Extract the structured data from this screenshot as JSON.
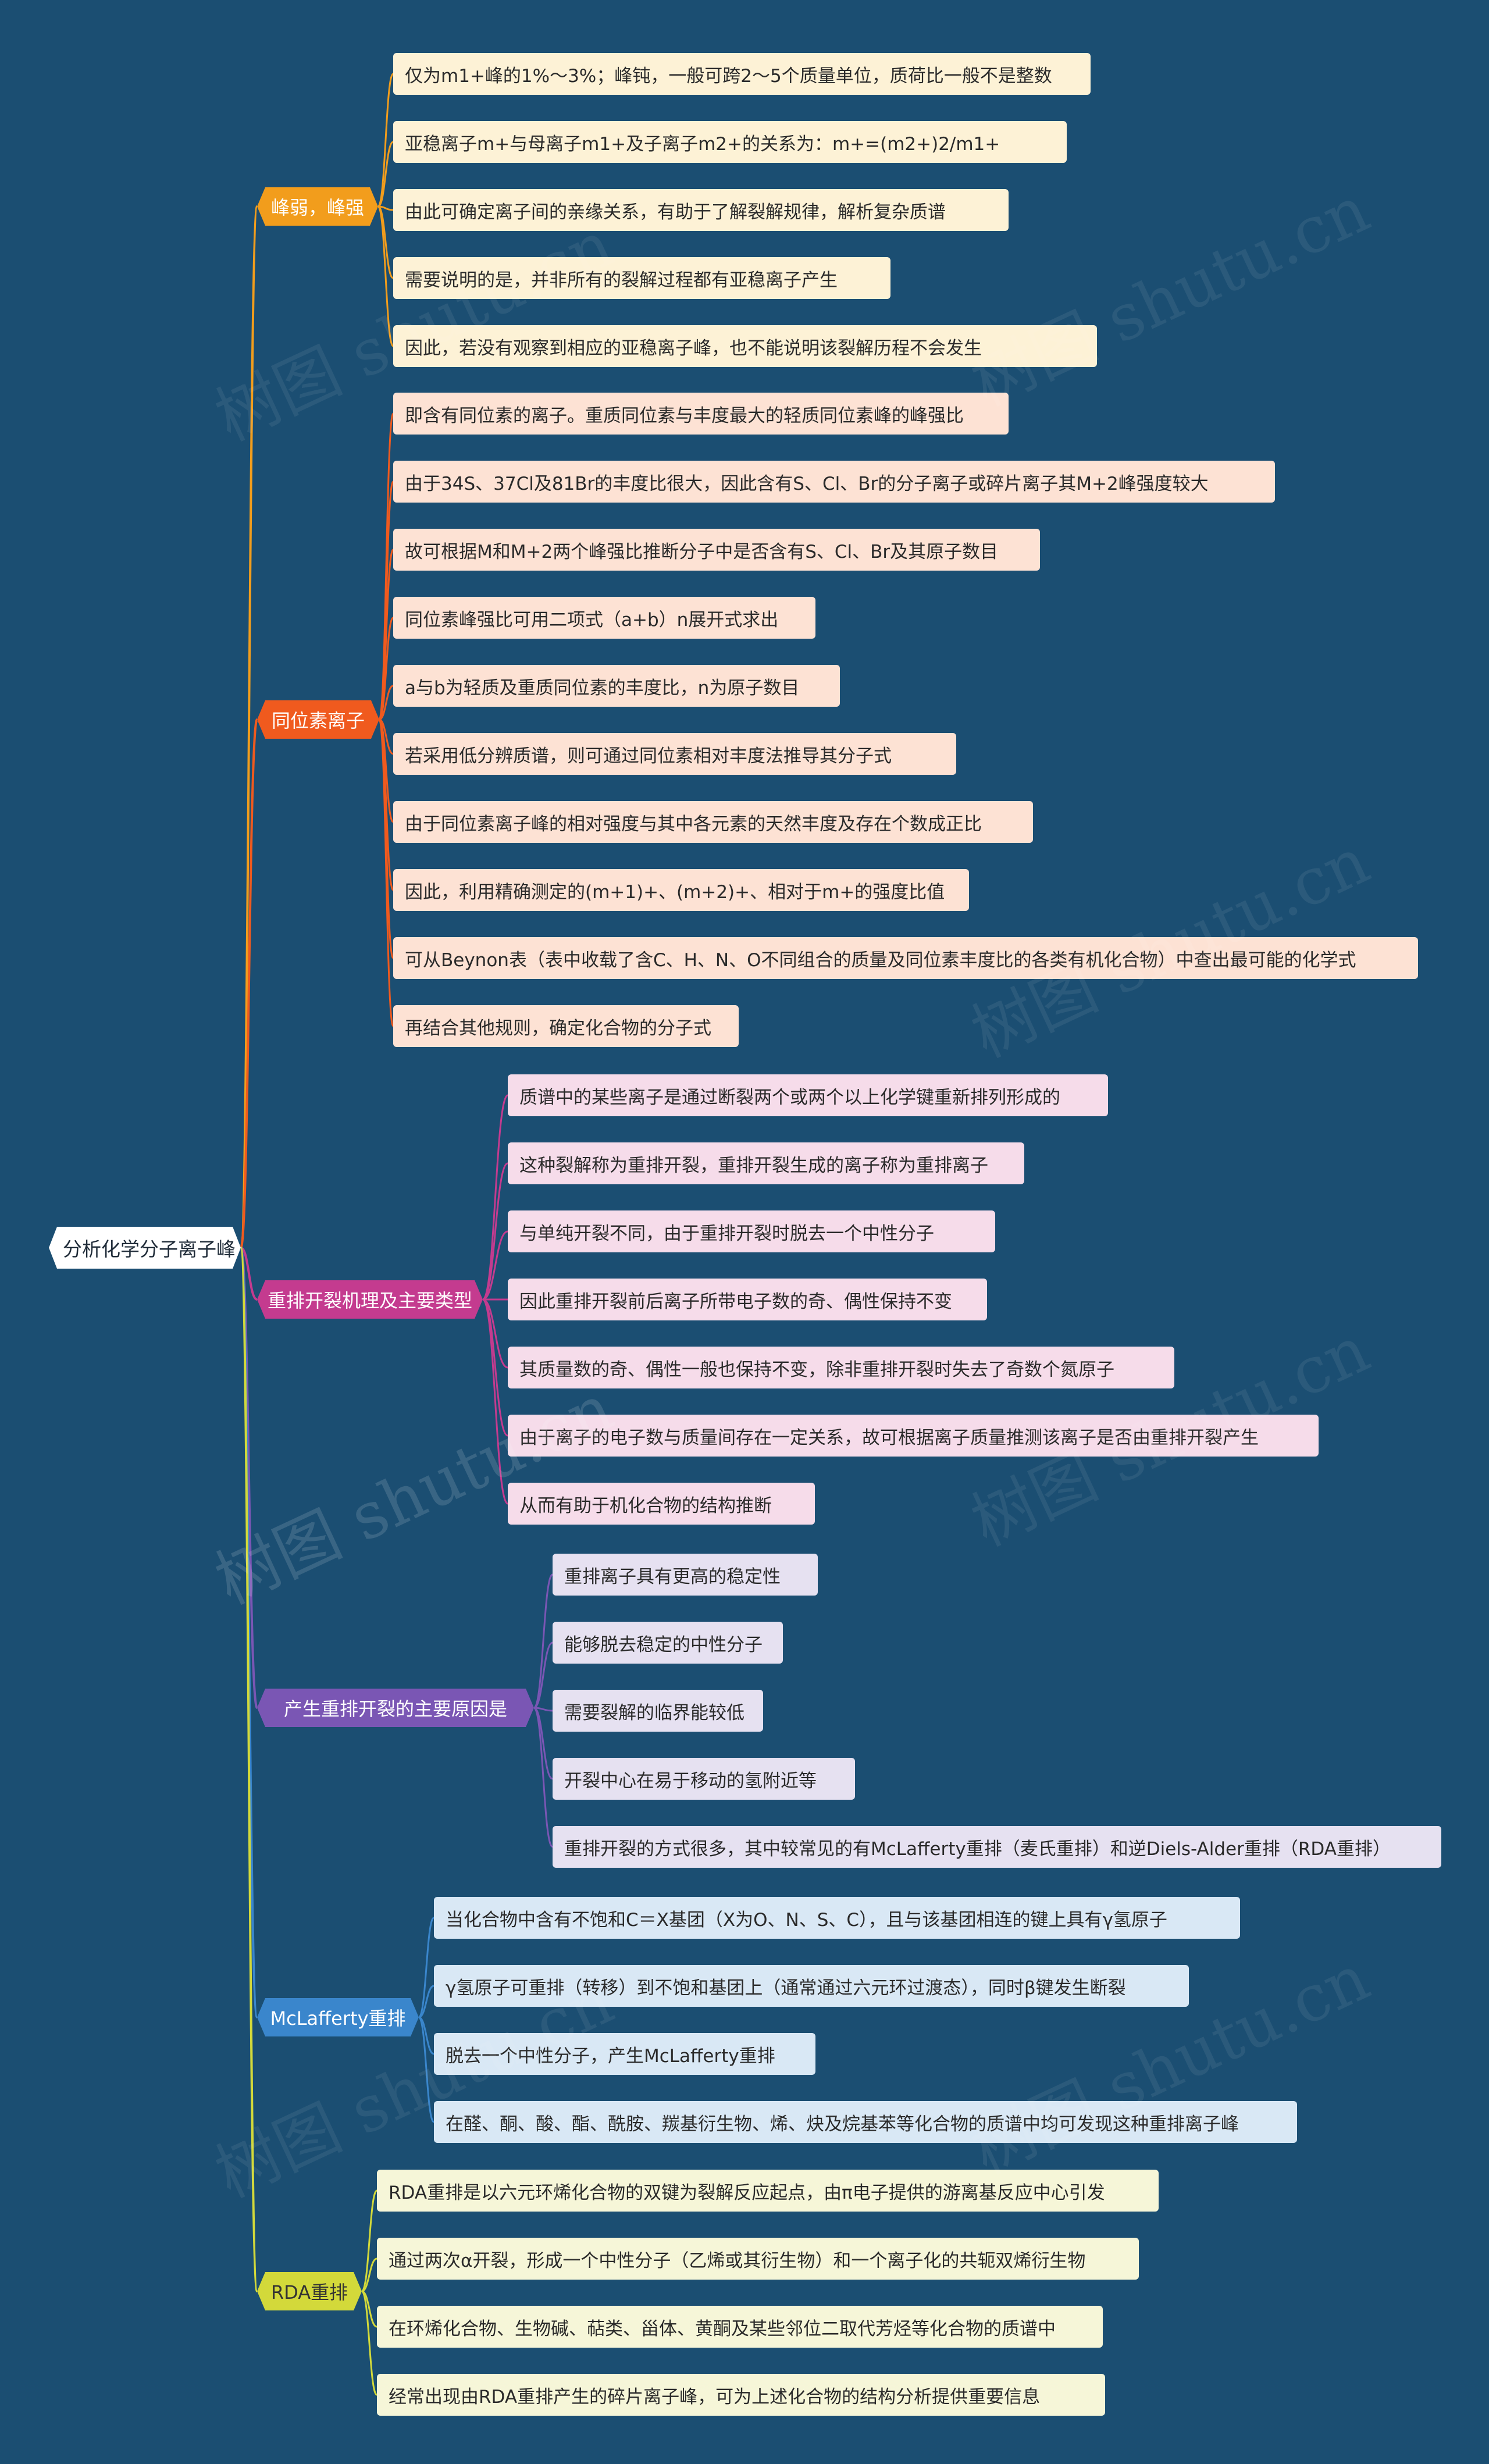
{
  "root": {
    "label": "分析化学分子离子峰"
  },
  "watermark": "树图 shutu.cn",
  "branches": [
    {
      "label": "峰弱，峰强",
      "color": "#f29d1c",
      "text_color": "#ffffff",
      "leaf_bg": "#fdf2d6",
      "items": [
        "仅为m1+峰的1%～3%；峰钝，一般可跨2～5个质量单位，质荷比一般不是整数",
        "亚稳离子m+与母离子m1+及子离子m2+的关系为：m+=(m2+)2/m1+",
        " 由此可确定离子间的亲缘关系，有助于了解裂解规律，解析复杂质谱",
        "需要说明的是，并非所有的裂解过程都有亚稳离子产生",
        "因此，若没有观察到相应的亚稳离子峰，也不能说明该裂解历程不会发生"
      ]
    },
    {
      "label": "同位素离子",
      "color": "#f05a1e",
      "text_color": "#ffffff",
      "leaf_bg": "#fde2d4",
      "items": [
        "即含有同位素的离子。重质同位素与丰度最大的轻质同位素峰的峰强比",
        " 由于34S、37Cl及81Br的丰度比很大，因此含有S、Cl、Br的分子离子或碎片离子其M+2峰强度较大",
        "故可根据M和M+2两个峰强比推断分子中是否含有S、Cl、Br及其原子数目",
        " 同位素峰强比可用二项式（a+b）n展开式求出",
        "a与b为轻质及重质同位素的丰度比，n为原子数目",
        " 若采用低分辨质谱，则可通过同位素相对丰度法推导其分子式",
        "由于同位素离子峰的相对强度与其中各元素的天然丰度及存在个数成正比",
        "因此，利用精确测定的(m+1)+、(m+2)+、相对于m+的强度比值",
        "可从Beynon表（表中收载了含C、H、N、O不同组合的质量及同位素丰度比的各类有机化合物）中查出最可能的化学式",
        "再结合其他规则，确定化合物的分子式"
      ]
    },
    {
      "label": "重排开裂机理及主要类型",
      "color": "#c43b8f",
      "text_color": "#ffffff",
      "leaf_bg": "#f6dcea",
      "items": [
        " 质谱中的某些离子是通过断裂两个或两个以上化学键重新排列形成的",
        "这种裂解称为重排开裂，重排开裂生成的离子称为重排离子",
        " 与单纯开裂不同，由于重排开裂时脱去一个中性分子",
        "因此重排开裂前后离子所带电子数的奇、偶性保持不变",
        " 其质量数的奇、偶性一般也保持不变，除非重排开裂时失去了奇数个氮原子",
        "由于离子的电子数与质量间存在一定关系，故可根据离子质量推测该离子是否由重排开裂产生",
        " 从而有助于机化合物的结构推断"
      ]
    },
    {
      "label": "产生重排开裂的主要原因是",
      "color": "#7a56b4",
      "text_color": "#ffffff",
      "leaf_bg": "#e6e1f1",
      "items": [
        " 重排离子具有更高的稳定性",
        "能够脱去稳定的中性分子",
        "需要裂解的临界能较低",
        " 开裂中心在易于移动的氢附近等",
        "重排开裂的方式很多，其中较常见的有McLafferty重排（麦氏重排）和逆Diels-Alder重排（RDA重排）"
      ]
    },
    {
      "label": "McLafferty重排",
      "color": "#3a86cc",
      "text_color": "#ffffff",
      "leaf_bg": "#d9e8f5",
      "items": [
        " 当化合物中含有不饱和C＝X基团（X为O、N、S、C），且与该基团相连的键上具有γ氢原子",
        "γ氢原子可重排（转移）到不饱和基团上（通常通过六元环过渡态），同时β键发生断裂",
        "脱去一个中性分子，产生McLafferty重排",
        "在醛、酮、酸、酯、酰胺、羰基衍生物、烯、炔及烷基苯等化合物的质谱中均可发现这种重排离子峰"
      ]
    },
    {
      "label": "RDA重排",
      "color": "#d3d93a",
      "text_color": "#333333",
      "leaf_bg": "#f6f6d8",
      "items": [
        "RDA重排是以六元环烯化合物的双键为裂解反应起点，由π电子提供的游离基反应中心引发",
        " 通过两次α开裂，形成一个中性分子（乙烯或其衍生物）和一个离子化的共轭双烯衍生物",
        "在环烯化合物、生物碱、萜类、甾体、黄酮及某些邻位二取代芳烃等化合物的质谱中",
        " 经常出现由RDA重排产生的碎片离子峰，可为上述化合物的结构分析提供重要信息"
      ]
    }
  ]
}
